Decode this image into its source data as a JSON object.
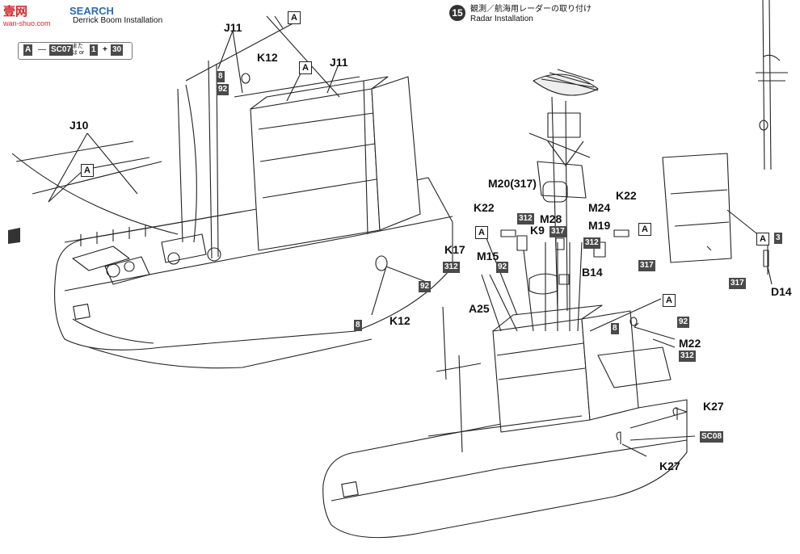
{
  "watermark": {
    "brand": "壹网",
    "brand2": "SEARCH",
    "site": "wan-shuo.com"
  },
  "left_header": {
    "title": "Derrick Boom Installation"
  },
  "legend": {
    "a": "A",
    "part1": "SC07",
    "or_text": "または or",
    "part2": "1",
    "plus": "+",
    "part3": "30"
  },
  "right_header": {
    "step": "15",
    "title_jp": "観測／航海用レーダーの取り付け",
    "title_en": "Radar Installation"
  },
  "labels": {
    "J11": "J11",
    "K12": "K12",
    "J10": "J10",
    "A": "A",
    "n8": "8",
    "n92": "92",
    "M20": "M20(317)",
    "K22": "K22",
    "M28": "M28",
    "M24": "M24",
    "M19": "M19",
    "K9": "K9",
    "n312": "312",
    "n317": "317",
    "K17": "K17",
    "M15": "M15",
    "B14": "B14",
    "A25": "A25",
    "M22": "M22",
    "K27": "K27",
    "SC08": "SC08",
    "D14": "D14",
    "n3": "3"
  },
  "colors": {
    "line": "#222222",
    "box": "#4a4a4a",
    "watermark_red": "#d4282d",
    "watermark_blue": "#2a6bb2"
  }
}
